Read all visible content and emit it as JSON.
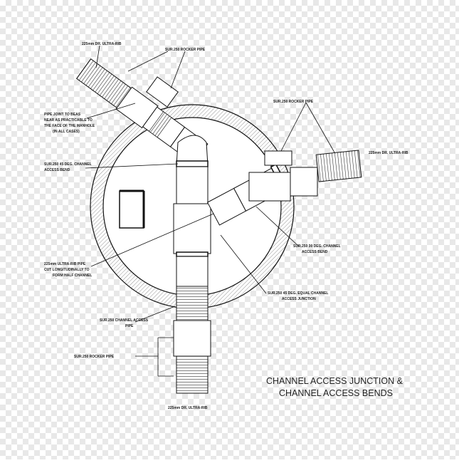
{
  "colors": {
    "line": "#111111",
    "hatch": "#555555",
    "fill": "#ffffff"
  },
  "labels": {
    "top_pipe": "225mm DR. ULTRA-RIB",
    "top_rocker": "SUR.250 ROCKER PIPE",
    "joint_note_1": "PIPE JOINT TO BEAS",
    "joint_note_2": "NEAR AS PRACTICABLE TO",
    "joint_note_3": "THE FACE OF THE MANHOLE",
    "joint_note_4": "(IN ALL CASES)",
    "left_bend_1": "SUR.250 45 DEG. CHANNEL",
    "left_bend_2": "ACCESS BEND",
    "right_rocker": "SUR.250 ROCKER PIPE",
    "right_pipe": "225mm DR. ULTRA-RIB",
    "right_bend_1": "SUR.250 30 DEG. CHANNEL",
    "right_bend_2": "ACCESS BEND",
    "cut_note_1": "225mm ULTRA-RIB PIPE",
    "cut_note_2": "CUT LONGITUDINALLY TO",
    "cut_note_3": "FORM HALF CHANNEL",
    "junction_1": "SUR.250 45 DEG. EQUAL CHANNEL",
    "junction_2": "ACCESS JUNCTION",
    "access_pipe_1": "SUR.250 CHANNEL ACCESS",
    "access_pipe_2": "PIPE",
    "bottom_rocker": "SUR.250 ROCKER PIPE",
    "bottom_pipe": "225mm DR. ULTRA-RIB"
  },
  "title": {
    "line1": "CHANNEL ACCESS JUNCTION &",
    "line2": "CHANNEL ACCESS BENDS"
  }
}
